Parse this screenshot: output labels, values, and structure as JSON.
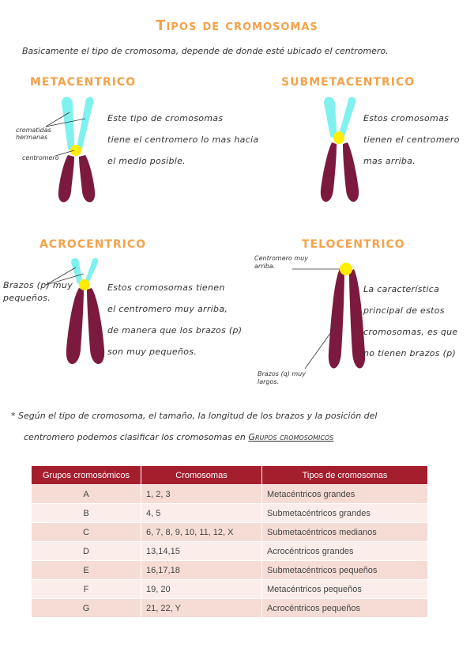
{
  "title": "Tipos de cromosomas",
  "intro": "Basicamente el tipo de cromosoma, depende de donde esté ubicado el centromero.",
  "colors": {
    "accent": "#f4a24a",
    "arm_top": "#7ff1ef",
    "arm_body": "#7b1a3e",
    "centromere": "#ffee00",
    "table_header": "#a51e2e"
  },
  "sections": {
    "metacentrico": {
      "title": "METACENTRICO",
      "lines": [
        "Este tipo de cromosomas",
        "tiene el centromero lo mas hacia",
        "el medio posible."
      ],
      "label_sister": "cromatidas hermanas",
      "label_centromere": "centromero"
    },
    "submetacentrico": {
      "title": "SUBMETACENTRICO",
      "lines": [
        "Estos cromosomas",
        "tienen el centromero",
        "mas arriba."
      ]
    },
    "acrocentrico": {
      "title": "ACROCENTRICO",
      "lines": [
        "Estos cromosomas tienen",
        "el centromero muy arriba,",
        "de manera que los brazos (p)",
        "son muy pequeños."
      ],
      "label_arms": "Brazos (p) muy pequeños."
    },
    "telocentrico": {
      "title": "TELOCENTRICO",
      "lines": [
        "La característica",
        "principal de estos",
        "cromosomas, es que",
        "no tienen brazos (p)"
      ],
      "label_centromere": "Centromero muy arriba.",
      "label_arms": "Brazos (q) muy largos."
    }
  },
  "note": {
    "line1": "* Según el tipo de cromosoma, el tamaño, la longitud de los brazos y la posición del",
    "line2": "centromero podemos clasificar los cromosomas en",
    "link": "Grupos cromosomicos"
  },
  "table": {
    "headers": [
      "Grupos cromosómicos",
      "Cromosomas",
      "Tipos de cromosomas"
    ],
    "rows": [
      [
        "A",
        "1, 2, 3",
        "Metacéntricos grandes"
      ],
      [
        "B",
        "4, 5",
        "Submetacéntricos grandes"
      ],
      [
        "C",
        "6, 7, 8, 9, 10, 11, 12, X",
        "Submetacéntricos medianos"
      ],
      [
        "D",
        "13,14,15",
        "Acrocéntricos grandes"
      ],
      [
        "E",
        "16,17,18",
        "Submetacéntricos pequeños"
      ],
      [
        "F",
        "19, 20",
        "Metacéntricos pequeños"
      ],
      [
        "G",
        "21, 22, Y",
        "Acrocéntricos pequeños"
      ]
    ]
  }
}
